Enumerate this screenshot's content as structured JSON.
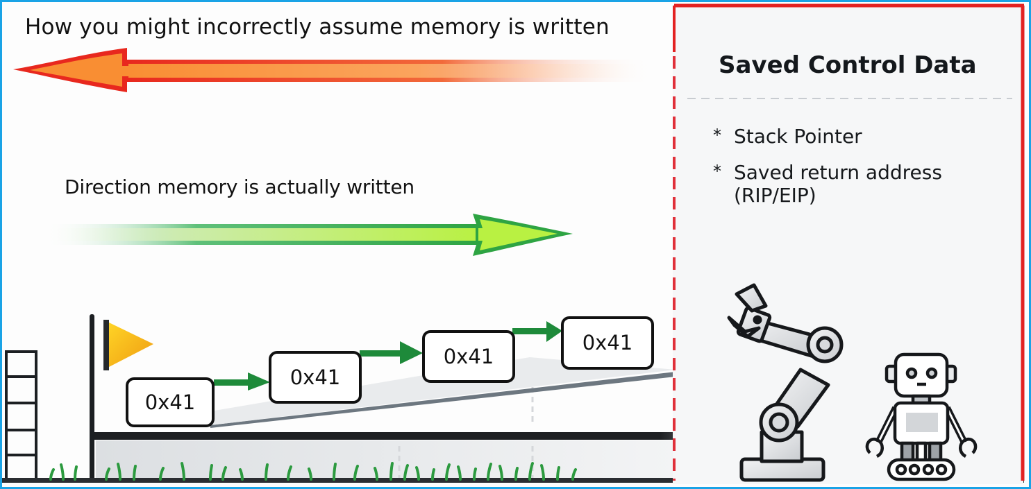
{
  "labels": {
    "assumed_direction": "How you might incorrectly assume memory is written",
    "actual_direction": "Direction memory is actually written"
  },
  "saved_control_panel": {
    "title": "Saved Control Data",
    "items": [
      {
        "bullet": "*",
        "text": "Stack Pointer"
      },
      {
        "bullet": "*",
        "text": "Saved return address (RIP/EIP)"
      }
    ]
  },
  "buffer_bytes": [
    "0x41",
    "0x41",
    "0x41",
    "0x41"
  ],
  "icons": {
    "assumed_arrow": "left-arrow-icon",
    "actual_arrow": "right-arrow-icon",
    "flag": "flag-icon",
    "ladder": "ladder-icon",
    "robot_arm": "robot-arm-icon",
    "robot": "robot-icon"
  },
  "colors": {
    "frame_border": "#1aa3e6",
    "panel_border": "#e32222",
    "assumed_arrow_fill": "#f98e33",
    "assumed_arrow_stroke": "#e8281e",
    "actual_arrow_fill": "#b9f142",
    "actual_arrow_stroke": "#2ea443",
    "flag_fill": "#f5b51c",
    "step_arrow": "#1e8a3a"
  }
}
